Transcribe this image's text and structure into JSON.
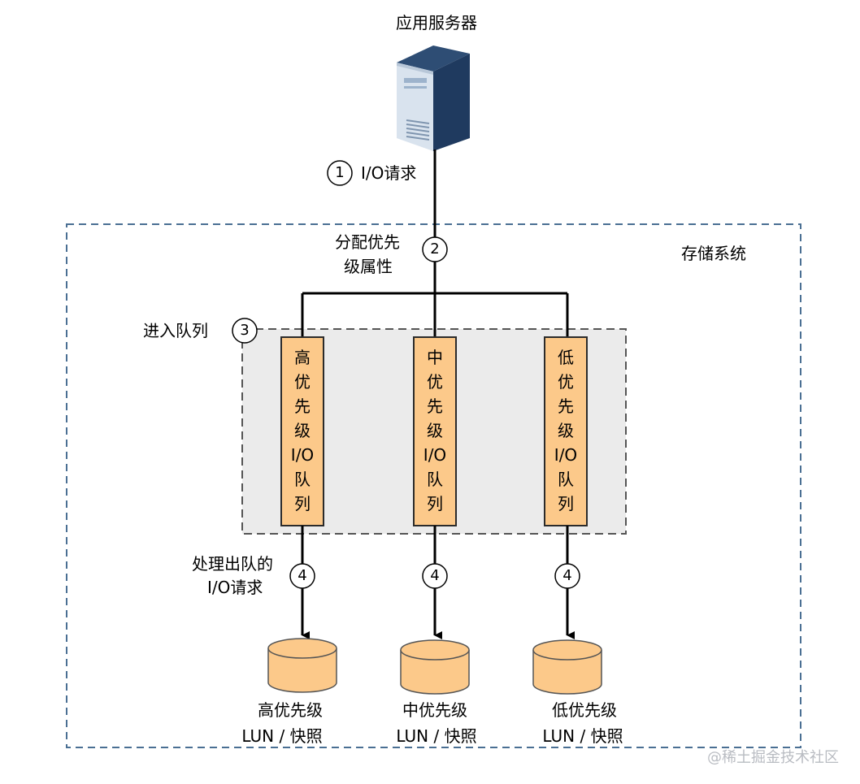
{
  "server": {
    "title": "应用服务器",
    "icon": "server-icon"
  },
  "storage_system": {
    "title": "存储系统"
  },
  "steps": {
    "step1": {
      "number": "1",
      "label": "I/O请求"
    },
    "step2": {
      "number": "2",
      "label_line1": "分配优先",
      "label_line2": "级属性"
    },
    "step3": {
      "number": "3",
      "label": "进入队列"
    },
    "step4": {
      "number": "4",
      "label_line1": "处理出队的",
      "label_line2": "I/O请求"
    }
  },
  "queues": [
    {
      "label": [
        "高",
        "优",
        "先",
        "级",
        "I/O",
        "队",
        "列"
      ]
    },
    {
      "label": [
        "中",
        "优",
        "先",
        "级",
        "I/O",
        "队",
        "列"
      ]
    },
    {
      "label": [
        "低",
        "优",
        "先",
        "级",
        "I/O",
        "队",
        "列"
      ]
    }
  ],
  "luns": [
    {
      "line1": "高优先级",
      "line2": "LUN / 快照"
    },
    {
      "line1": "中优先级",
      "line2": "LUN / 快照"
    },
    {
      "line1": "低优先级",
      "line2": "LUN / 快照"
    }
  ],
  "watermark": "@稀土掘金技术社区",
  "colors": {
    "queue_fill": "#fcc98a",
    "queue_stroke": "#2b2b2b",
    "queue_area_fill": "#ebebeb",
    "storage_border": "#4a6f93",
    "server_dark": "#1f3a5f",
    "server_front": "#d9e3ee",
    "cylinder_fill": "#fcc98a"
  }
}
